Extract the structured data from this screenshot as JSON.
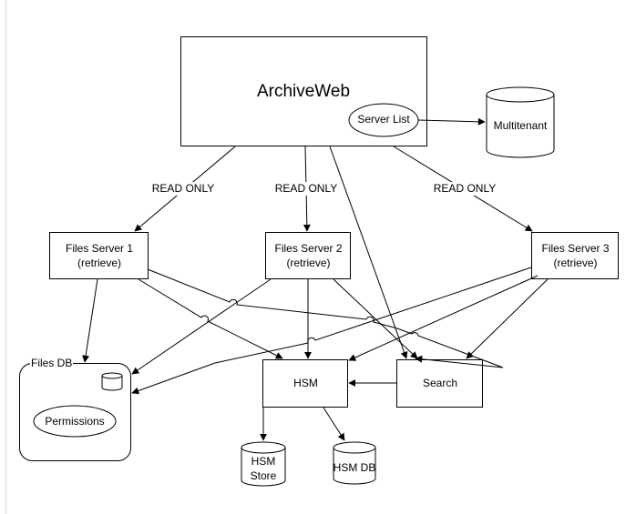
{
  "diagram": {
    "archive_web": {
      "title": "ArchiveWeb",
      "server_list": "Server List"
    },
    "multitenant": "Multitenant",
    "edge_label": "READ ONLY",
    "files_server_1": {
      "line1": "Files Server 1",
      "line2": "(retrieve)"
    },
    "files_server_2": {
      "line1": "Files Server 2",
      "line2": "(retrieve)"
    },
    "files_server_3": {
      "line1": "Files Server 3",
      "line2": "(retrieve)"
    },
    "files_db": {
      "title": "Files DB",
      "permissions": "Permissions"
    },
    "hsm": "HSM",
    "search": "Search",
    "hsm_store": {
      "line1": "HSM",
      "line2": "Store"
    },
    "hsm_db": "HSM DB"
  }
}
